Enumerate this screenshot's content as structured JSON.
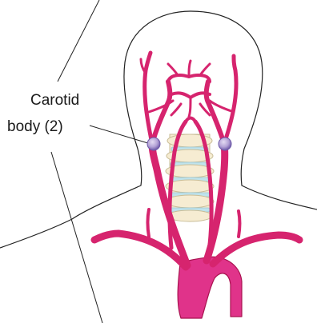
{
  "labels": {
    "carotid_body_line1": "Carotid",
    "carotid_body_line2": "body (2)"
  },
  "colors": {
    "artery": "#d6246e",
    "artery_dark": "#a8124f",
    "aorta": "#e0338a",
    "body_outline": "#222222",
    "spine_fill": "#f6ecd2",
    "disc_fill": "#bfe3ec",
    "vertebra_outline": "#c9bd97",
    "carotid_body": "#b3a2d6",
    "carotid_body_dark": "#6e5aa8",
    "leader_line": "#222222"
  },
  "structures": {
    "carotid_body_count": 2,
    "vertebra_count": 6
  }
}
